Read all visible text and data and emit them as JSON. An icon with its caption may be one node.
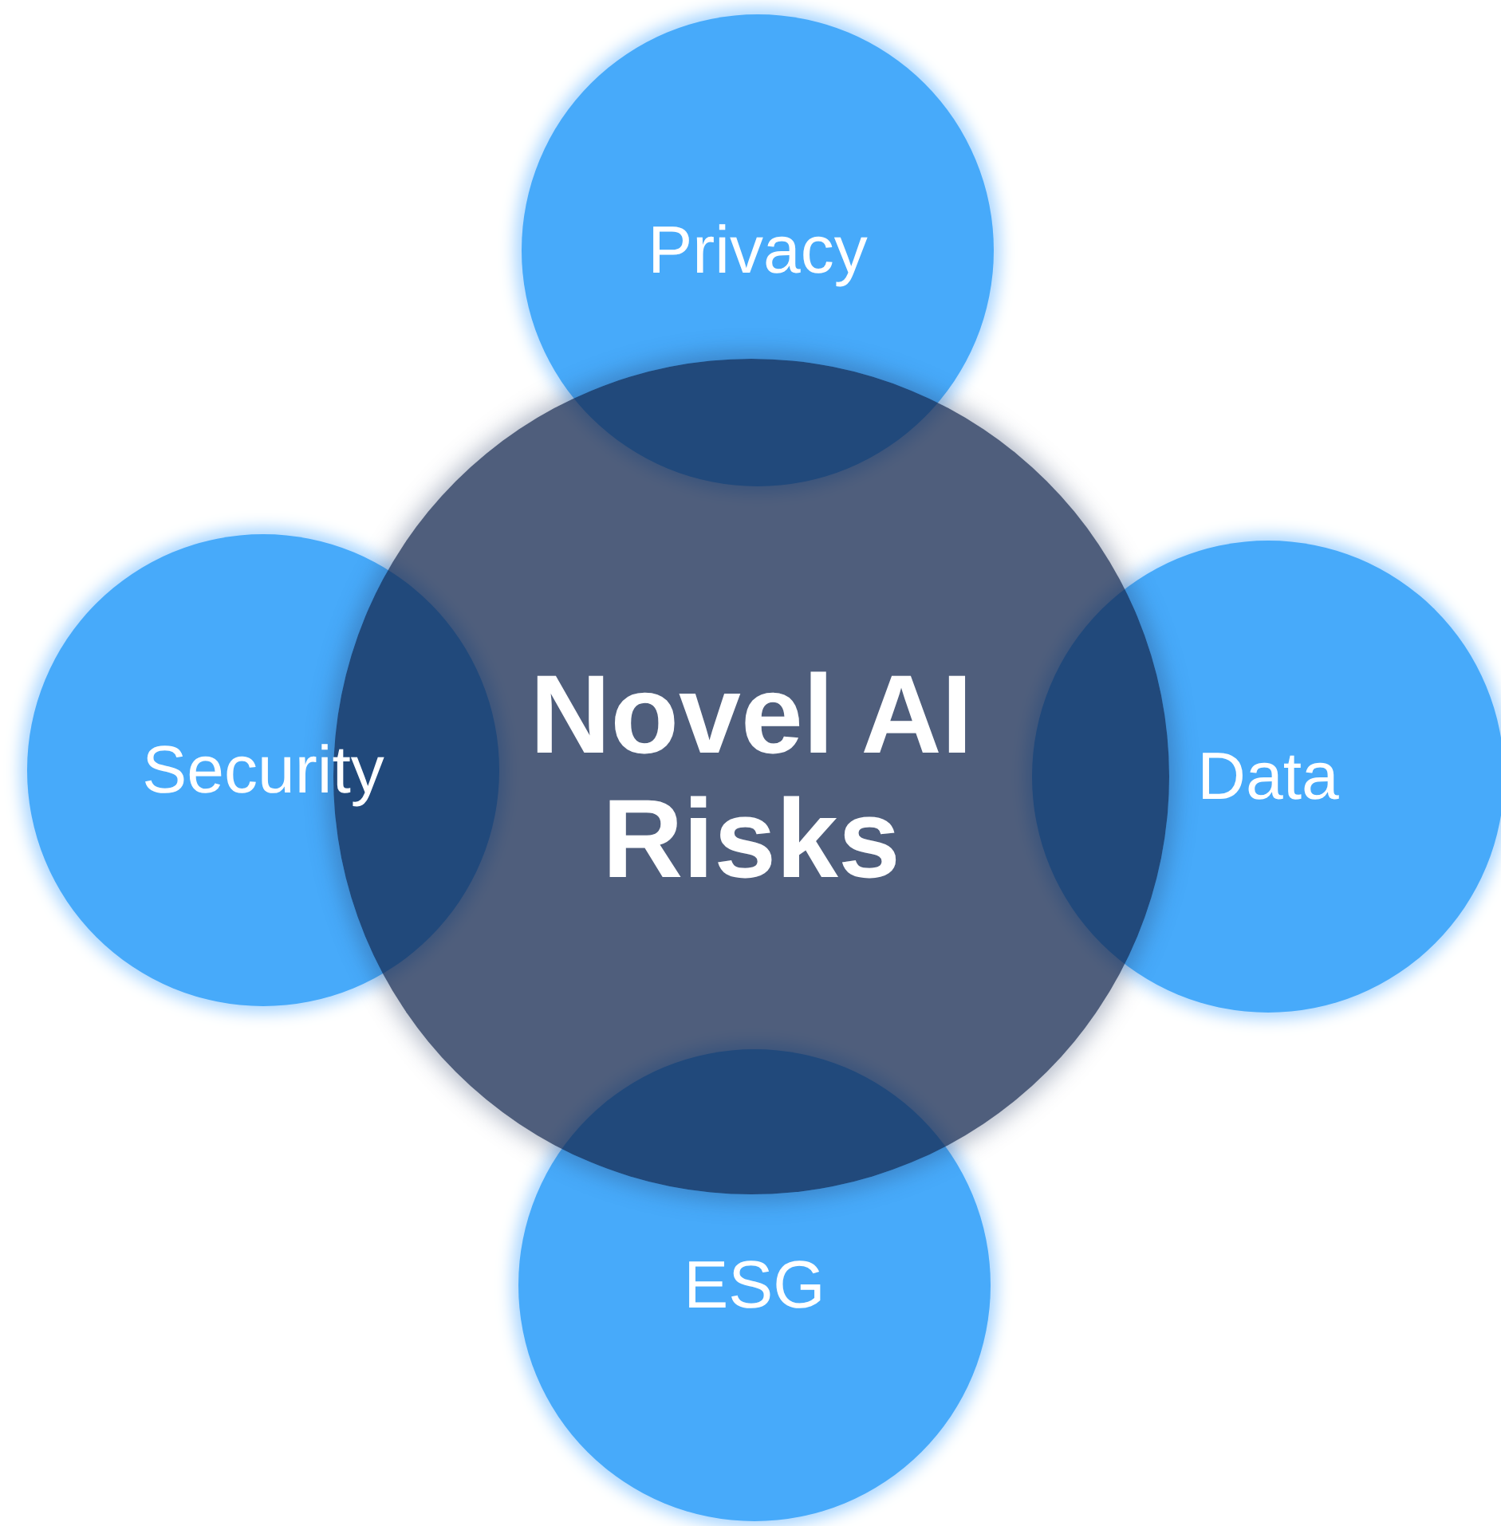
{
  "diagram": {
    "nodes": [
      {
        "text": [
          "Privacy"
        ]
      },
      {
        "text": [
          "Security"
        ]
      },
      {
        "text": [
          "Novel AI Risks"
        ]
      },
      {
        "text": [
          "Data"
        ]
      },
      {
        "text": [
          "ESG"
        ]
      }
    ],
    "edges": []
  }
}
